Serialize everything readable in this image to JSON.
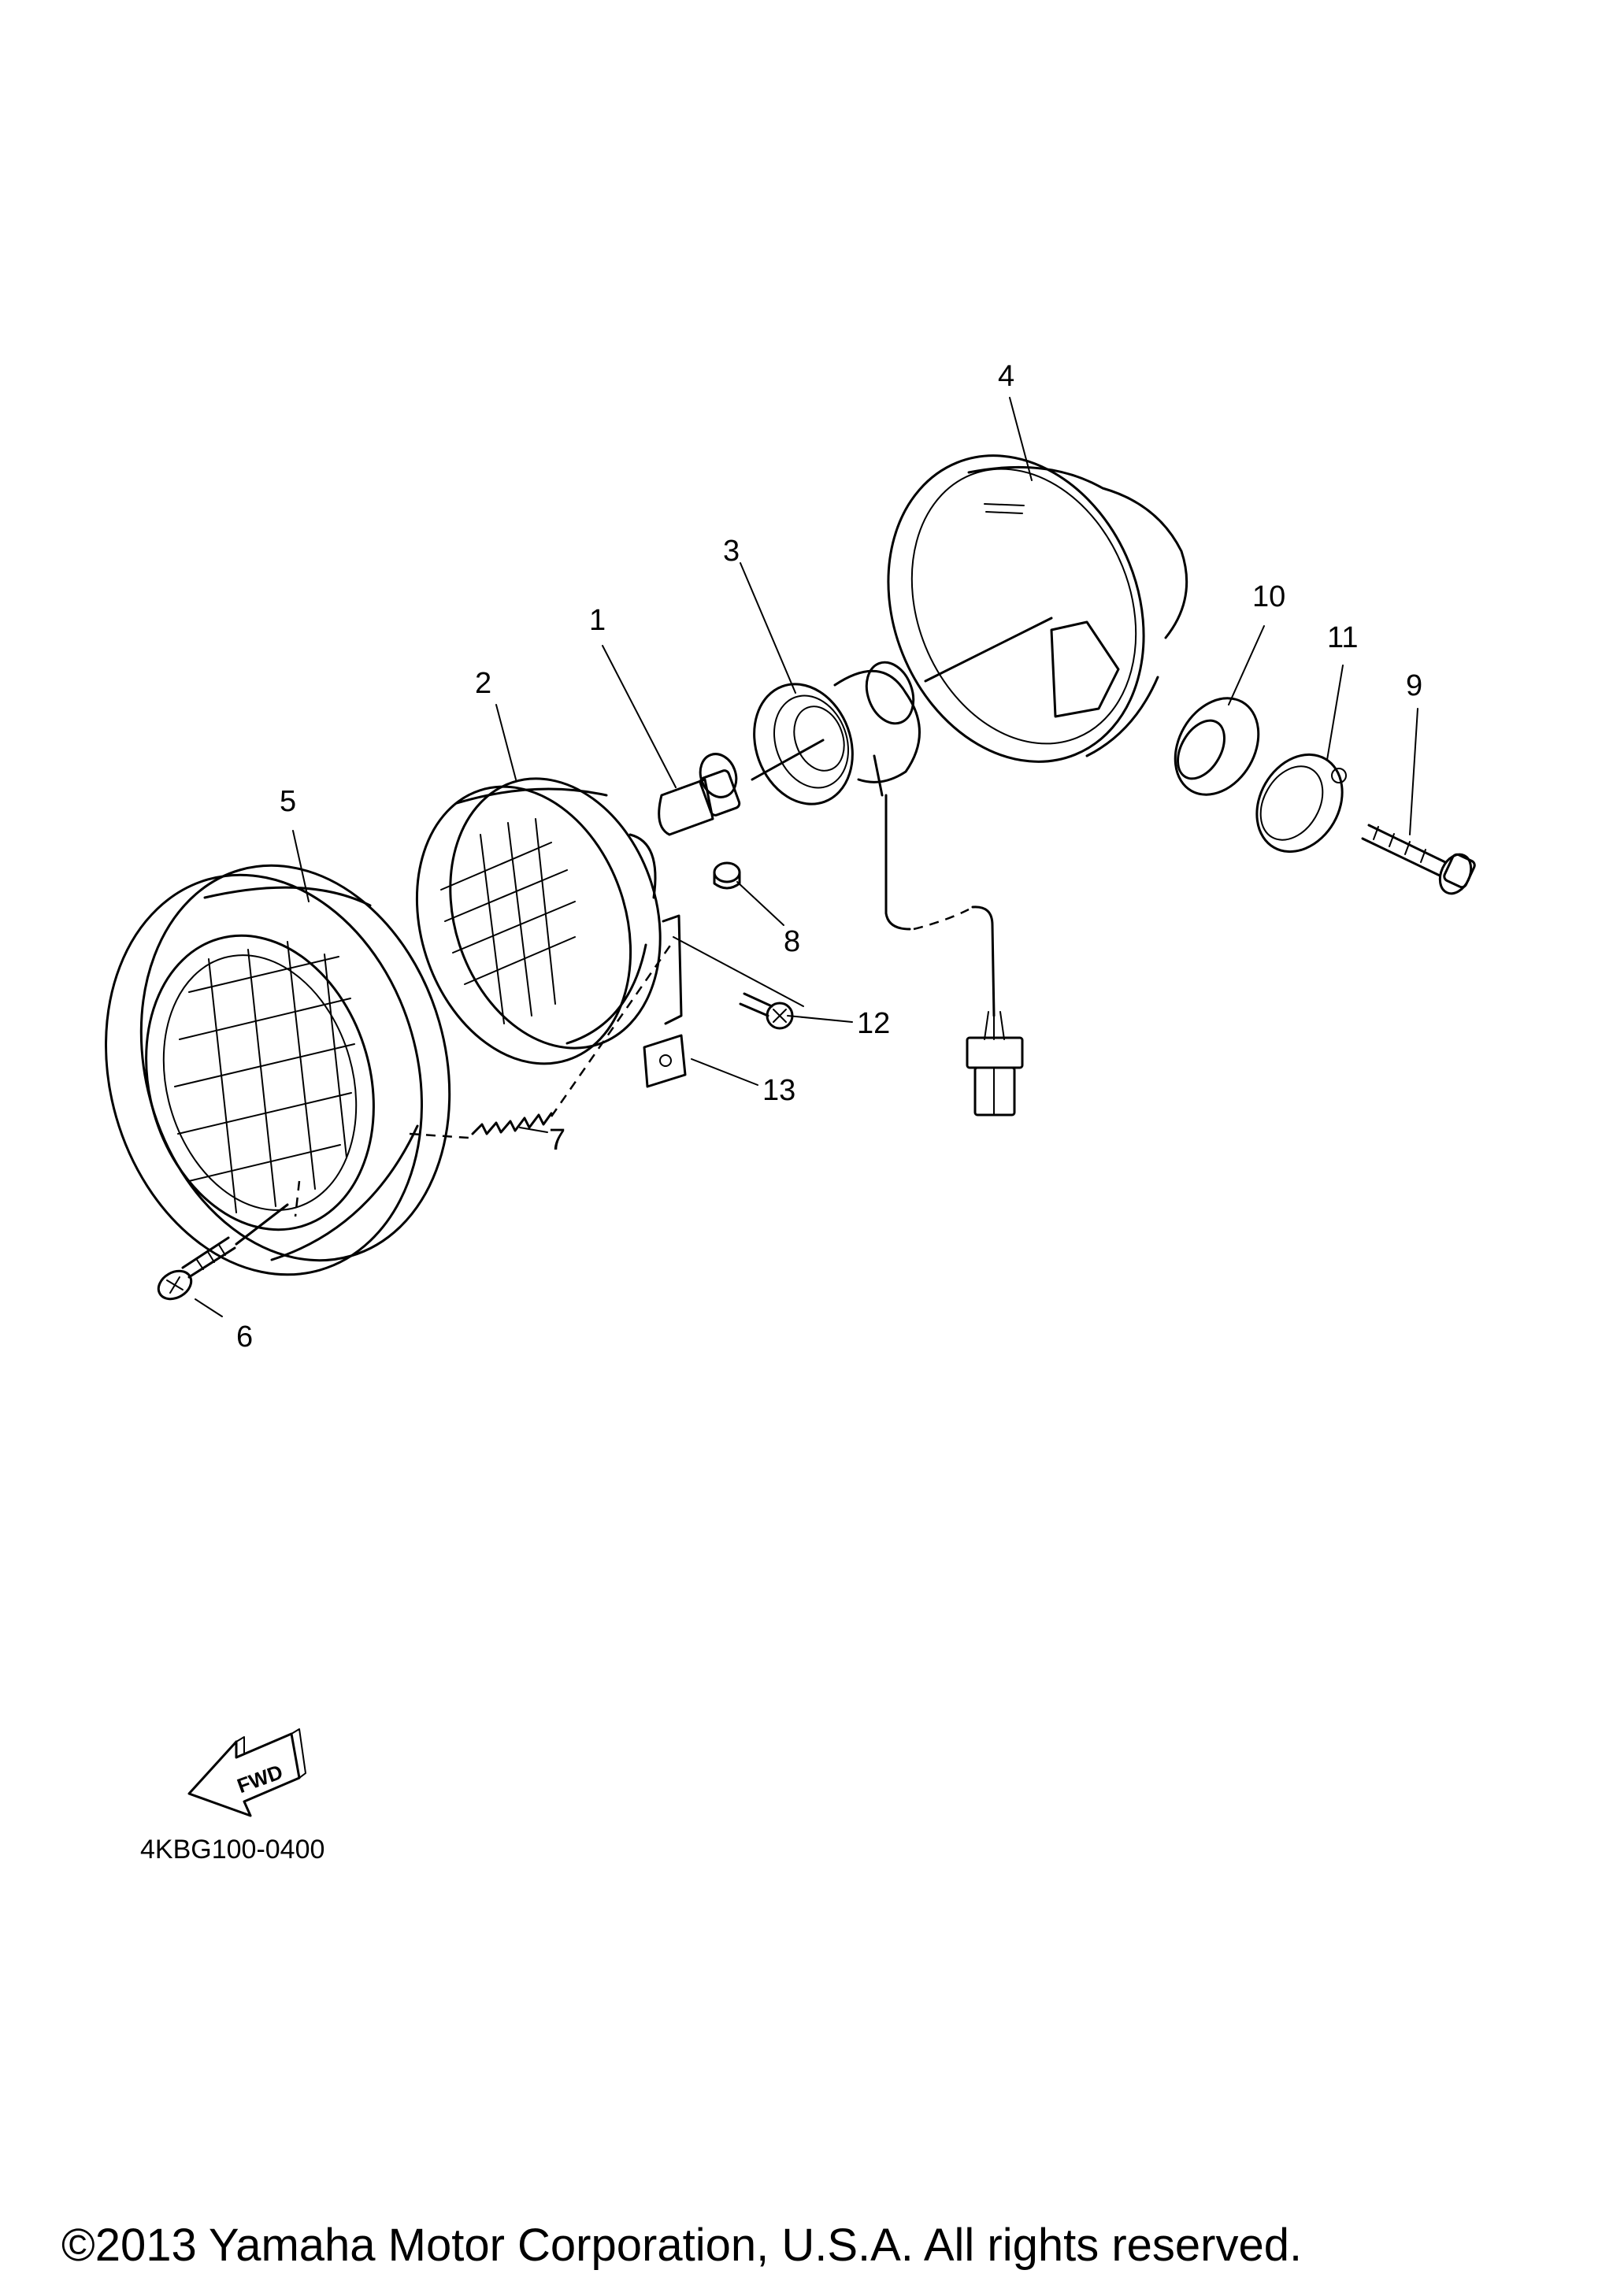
{
  "callouts": [
    "1",
    "2",
    "3",
    "4",
    "5",
    "6",
    "7",
    "8",
    "9",
    "10",
    "11",
    "12",
    "13"
  ],
  "fwd_label": "FWD",
  "diagram_code": "4KBG100-0400",
  "copyright": "©2013 Yamaha Motor Corporation, U.S.A. All rights reserved.",
  "icons": {
    "fwd_arrow": "fwd-arrow-icon"
  }
}
